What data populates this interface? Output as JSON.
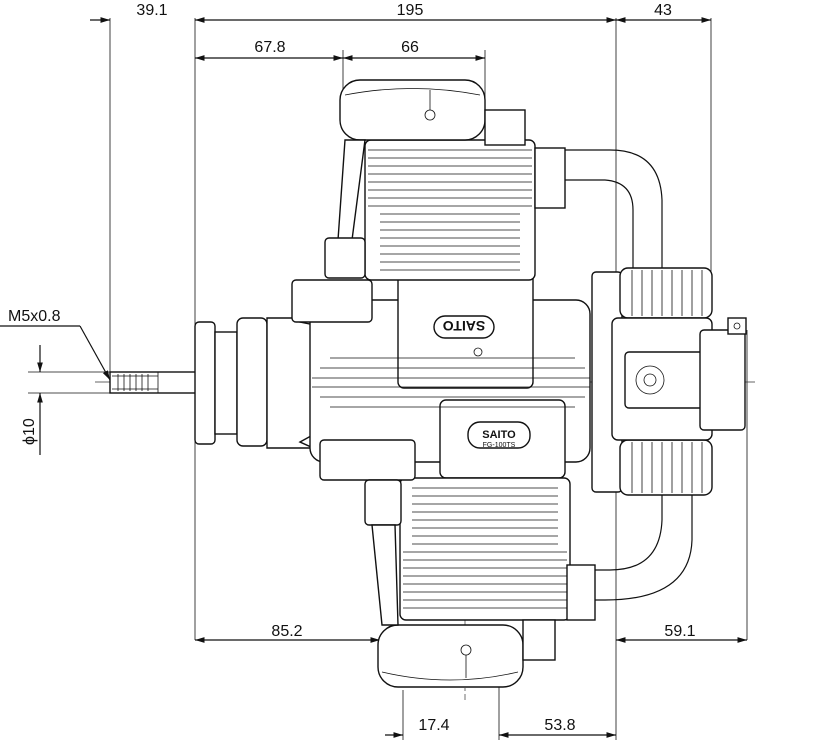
{
  "dimensions": {
    "top_left": "39.1",
    "top_main": "195",
    "top_right": "43",
    "upper_left": "67.8",
    "upper_mid": "66",
    "thread": "M5x0.8",
    "shaft_dia": "ϕ10",
    "lower_left": "85.2",
    "lower_right": "59.1",
    "bottom_left": "17.4",
    "bottom_right": "53.8"
  },
  "brand_upper": "SAITO",
  "brand_lower": "SAITO",
  "model_lower": "FG-100TS"
}
